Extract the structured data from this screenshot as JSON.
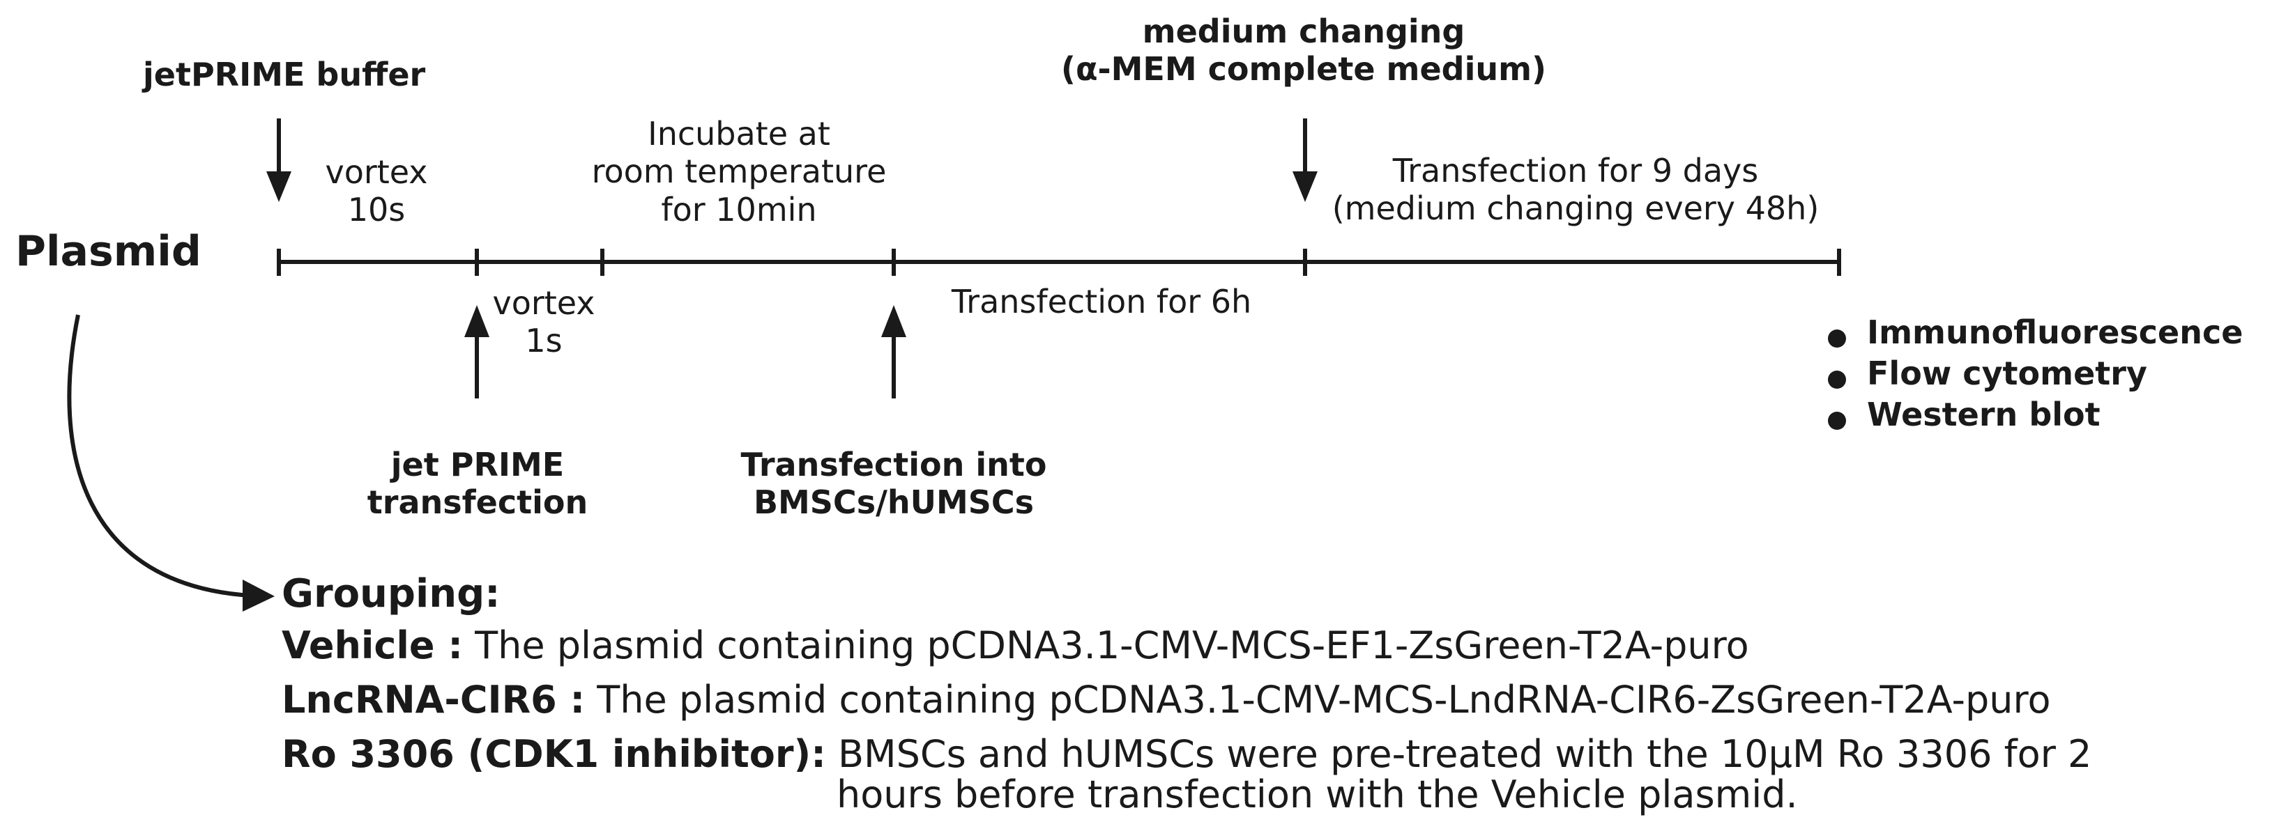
{
  "plasmid_label": "Plasmid",
  "top_labels": {
    "jetprime_buffer": "jetPRIME buffer",
    "medium_changing_line1": "medium changing",
    "medium_changing_line2": "(α-MEM complete medium)"
  },
  "segments": {
    "vortex10_line1": "vortex",
    "vortex10_line2": "10s",
    "incubate_line1": "Incubate at",
    "incubate_line2": "room temperature",
    "incubate_line3": "for 10min",
    "transfection9_line1": "Transfection for 9 days",
    "transfection9_line2": "(medium changing every 48h)",
    "vortex1_line1": "vortex",
    "vortex1_line2": "1s",
    "transfection6": "Transfection for 6h"
  },
  "bottom_labels": {
    "jetprime_transfection_line1": "jet PRIME",
    "jetprime_transfection_line2": "transfection",
    "transfection_into_line1": "Transfection into",
    "transfection_into_line2": "BMSCs/hUMSCs"
  },
  "readouts": [
    "Immunofluorescence",
    "Flow cytometry",
    "Western blot"
  ],
  "grouping": {
    "title": "Grouping:",
    "items": [
      {
        "key": "Vehicle :",
        "desc": "The plasmid containing pCDNA3.1-CMV-MCS-EF1-ZsGreen-T2A-puro"
      },
      {
        "key": "LncRNA-CIR6 :",
        "desc": "The plasmid containing pCDNA3.1-CMV-MCS-LndRNA-CIR6-ZsGreen-T2A-puro"
      },
      {
        "key": "Ro 3306 (CDK1 inhibitor):",
        "desc": "BMSCs and hUMSCs were pre-treated with the 10μM  Ro 3306 for 2",
        "desc2": "hours before transfection with the Vehicle plasmid."
      }
    ]
  },
  "colors": {
    "ink": "#1a1a1a",
    "background": "#ffffff"
  }
}
